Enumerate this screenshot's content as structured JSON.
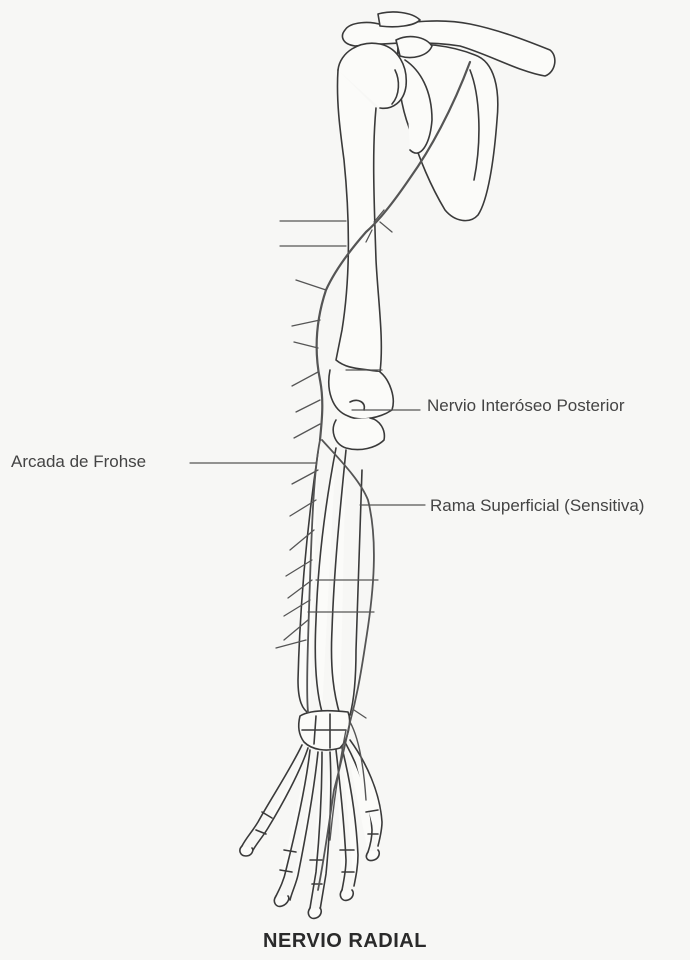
{
  "title": "NERVIO RADIAL",
  "labels": {
    "nervio_interoseo_posterior": "Nervio Interóseo Posterior",
    "arcada_de_frohse": "Arcada de Frohse",
    "rama_superficial": "Rama Superficial (Sensitiva)"
  },
  "colors": {
    "background": "#f7f7f5",
    "bone_outline": "#3a3a3a",
    "nerve": "#555555",
    "leader_line": "#555555"
  }
}
